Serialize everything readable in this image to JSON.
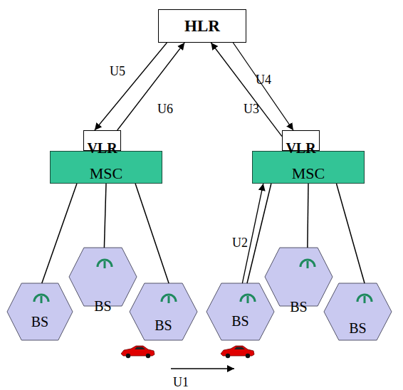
{
  "diagram": {
    "nodes": [
      {
        "text": [
          "HLR"
        ]
      },
      {
        "text": [
          "VLR"
        ]
      },
      {
        "text": [
          "MSC"
        ]
      },
      {
        "text": [
          "VLR"
        ]
      },
      {
        "text": [
          "MSC"
        ]
      },
      {
        "text": [
          "BS"
        ]
      },
      {
        "text": [
          "BS"
        ]
      },
      {
        "text": [
          "BS"
        ]
      },
      {
        "text": [
          "BS"
        ]
      },
      {
        "text": [
          "BS"
        ]
      },
      {
        "text": [
          "BS"
        ]
      }
    ],
    "edges": [
      {
        "from": 0,
        "to": 1,
        "label": "U5",
        "arrow": "to"
      },
      {
        "from": 1,
        "to": 0,
        "label": "U6",
        "arrow": "to"
      },
      {
        "from": 0,
        "to": 3,
        "label": "U4",
        "arrow": "to"
      },
      {
        "from": 3,
        "to": 0,
        "label": "U3",
        "arrow": "to"
      },
      {
        "from": 8,
        "to": 4,
        "label": "U2",
        "arrow": "to"
      },
      {
        "from": 2,
        "to": 5,
        "arrow": "none"
      },
      {
        "from": 2,
        "to": 6,
        "arrow": "none"
      },
      {
        "from": 2,
        "to": 7,
        "arrow": "none"
      },
      {
        "from": 4,
        "to": 8,
        "arrow": "none"
      },
      {
        "from": 4,
        "to": 9,
        "arrow": "none"
      },
      {
        "from": 4,
        "to": 10,
        "arrow": "none"
      }
    ],
    "labels": [
      "U1"
    ]
  }
}
